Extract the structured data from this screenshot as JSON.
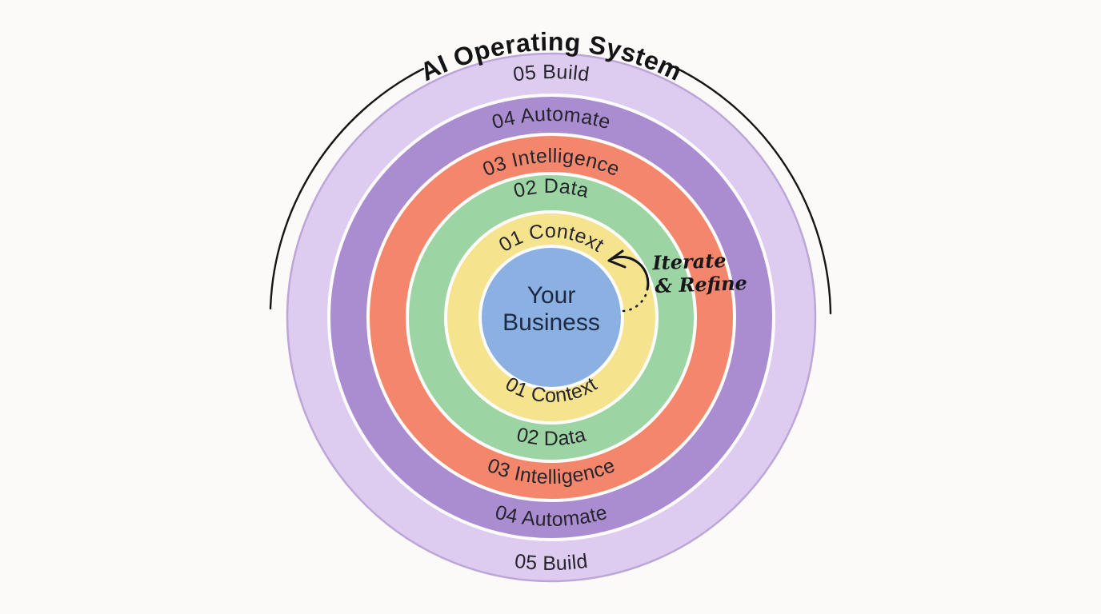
{
  "title": "AI Operating System",
  "center": {
    "line1": "Your",
    "line2": "Business",
    "color": "#8AB1E2"
  },
  "rings": [
    {
      "number": "05",
      "name": "Build",
      "label": "05 Build",
      "color": "#DECBF0"
    },
    {
      "number": "04",
      "name": "Automate",
      "label": "04 Automate",
      "color": "#A98DD0"
    },
    {
      "number": "03",
      "name": "Intelligence",
      "label": "03 Intelligence",
      "color": "#F4876B"
    },
    {
      "number": "02",
      "name": "Data",
      "label": "02 Data",
      "color": "#9CD5A3"
    },
    {
      "number": "01",
      "name": "Context",
      "label": "01 Context",
      "color": "#F6E38D"
    }
  ],
  "annotation": {
    "line1": "Iterate",
    "line2": "& Refine"
  },
  "colors": {
    "background": "#FBFAF8",
    "outer_ring_stroke": "#BCA6D8",
    "ring_gap_stroke": "#FDFCFA",
    "ring_label_text": "#26242C",
    "title_text": "#141416",
    "center_text": "#1E2A44",
    "annotation_ink": "#17171B"
  }
}
